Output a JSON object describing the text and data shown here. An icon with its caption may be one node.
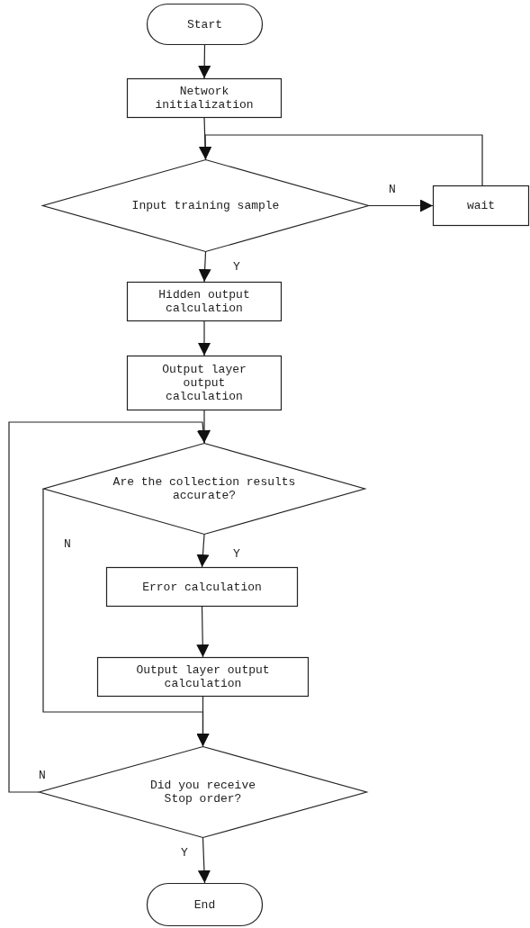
{
  "diagram": {
    "nodes": [
      {
        "text": [
          "Start"
        ]
      },
      {
        "text": [
          "Network initialization"
        ]
      },
      {
        "text": [
          "Input training sample"
        ]
      },
      {
        "text": [
          "wait"
        ]
      },
      {
        "text": [
          "Hidden output calculation"
        ]
      },
      {
        "text": [
          "Output layer output calculation"
        ]
      },
      {
        "text": [
          "Are the collection results accurate?"
        ]
      },
      {
        "text": [
          "Error calculation"
        ]
      },
      {
        "text": [
          "Output layer output calculation"
        ]
      },
      {
        "text": [
          "Did you receive Stop order?"
        ]
      },
      {
        "text": [
          "End"
        ]
      }
    ],
    "edges": [
      {
        "from": 0,
        "to": 1,
        "arrow": "to"
      },
      {
        "from": 1,
        "to": 2,
        "arrow": "to"
      },
      {
        "from": 2,
        "to": 3,
        "arrow": "to",
        "label": "N"
      },
      {
        "from": 3,
        "to": 2,
        "arrow": "to"
      },
      {
        "from": 2,
        "to": 4,
        "arrow": "to",
        "label": "Y"
      },
      {
        "from": 4,
        "to": 5,
        "arrow": "to"
      },
      {
        "from": 5,
        "to": 6,
        "arrow": "to"
      },
      {
        "from": 6,
        "to": 7,
        "arrow": "to",
        "label": "Y"
      },
      {
        "from": 7,
        "to": 8,
        "arrow": "to"
      },
      {
        "from": 8,
        "to": 9,
        "arrow": "to"
      },
      {
        "from": 6,
        "to": 9,
        "arrow": "to",
        "label": "N"
      },
      {
        "from": 9,
        "to": 6,
        "arrow": "to",
        "label": "N"
      },
      {
        "from": 9,
        "to": 10,
        "arrow": "to",
        "label": "Y"
      }
    ]
  }
}
